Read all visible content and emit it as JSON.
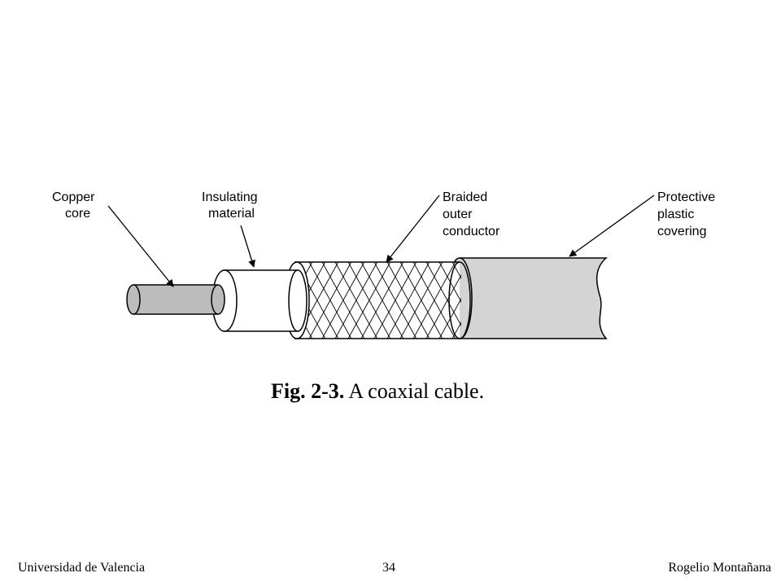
{
  "figure": {
    "labels": {
      "copper_core": [
        "Copper",
        "core"
      ],
      "insulating": [
        "Insulating",
        "material"
      ],
      "braided": [
        "Braided",
        "outer",
        "conductor"
      ],
      "protective": [
        "Protective",
        "plastic",
        "covering"
      ]
    },
    "caption": {
      "number": "Fig.  2-3.",
      "text": " A coaxial cable."
    },
    "colors": {
      "cover": "#d4d4d4",
      "core": "#bcbcbc",
      "insulation": "#ffffff",
      "braid": "#ffffff",
      "stroke": "#000000"
    }
  },
  "footer": {
    "left": "Universidad de Valencia",
    "center": "34",
    "right": "Rogelio Montañana"
  }
}
